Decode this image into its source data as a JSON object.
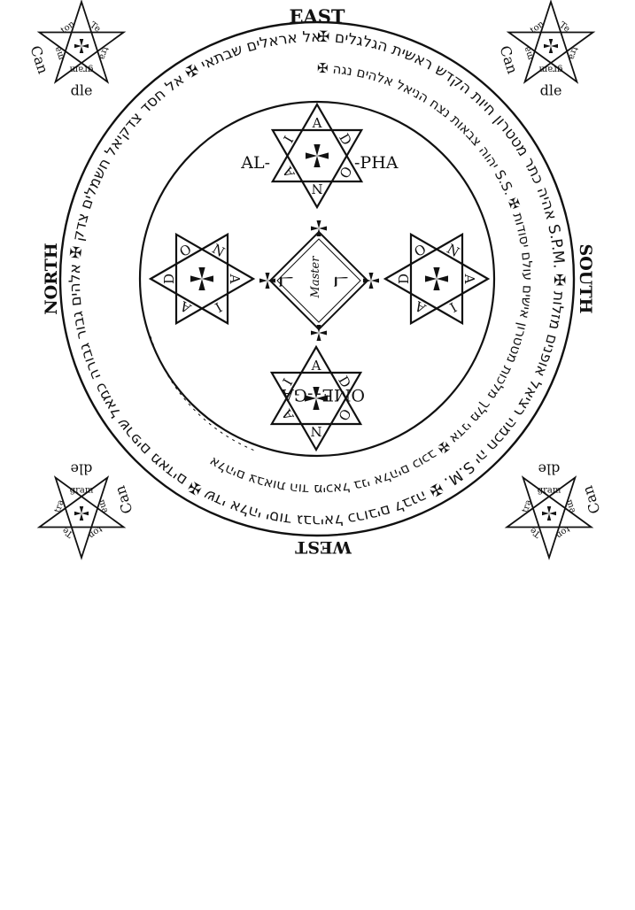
{
  "directions": {
    "east": "EAST",
    "south": "SOUTH",
    "west": "WEST",
    "north": "NORTH"
  },
  "hexagrams": {
    "top": {
      "letters": [
        "A",
        "D",
        "O",
        "N",
        "A",
        "I"
      ],
      "left_label": "AL-",
      "right_label": "-PHA"
    },
    "bottom": {
      "letters": [
        "N",
        "A",
        "I",
        "A",
        "D",
        "O"
      ],
      "left_label": "OME-",
      "right_label": "-GA"
    },
    "left": {
      "letters": [
        "D",
        "O",
        "N",
        "A",
        "I",
        "A"
      ]
    },
    "right": {
      "letters": [
        "A",
        "I",
        "A",
        "D",
        "O",
        "N"
      ]
    }
  },
  "center": {
    "word": "Master",
    "left_glyph": "ℸ",
    "right_glyph": "ℸ"
  },
  "pentagrams": {
    "top_left": {
      "parts": [
        "Te",
        "tra",
        "gram",
        "ma",
        "ton",
        "Can",
        "dle"
      ]
    },
    "top_right": {
      "parts": [
        "Te",
        "tra",
        "gram",
        "ma",
        "ton",
        "Can",
        "dle"
      ]
    },
    "bottom_left": {
      "parts": [
        "Te",
        "tra",
        "gram",
        "ma",
        "ton",
        "Can",
        "dle"
      ]
    },
    "bottom_right": {
      "parts": [
        "Te",
        "tra",
        "gram",
        "ma",
        "ton",
        "Can",
        "dle"
      ]
    }
  },
  "rings": {
    "outer": "✠ אהיה כתר מטטרון חיות הקדש ראשית הגלגלים S.P.M. ✠ יה חכמה רציאל אופנים מזלות S.M. ✠ יהוה אלהים בינה צפקיאל אראלים שבתאי ✠ אל חסד צדקיאל חשמלים צדק ✠ אלהים גבור גבורה כמאל שרפים מאדים ✠ שדי אלהי יסוד גבריאל כרובים לבנה S.C.",
    "inner": "✠ יהוה צבאות נצח הניאל אלהים נגה S.S. ✠ אלהים צבאות הוד מיכאל בני אלהים כוכב ✠ אדני מלך מלכות מטטרון אישים עולם יסודות"
  }
}
